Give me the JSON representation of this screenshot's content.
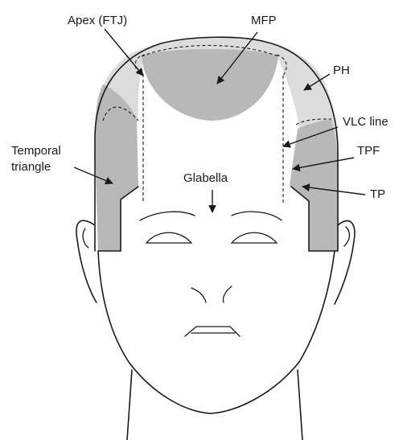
{
  "labels": {
    "apex": "Apex (FTJ)",
    "mfp": "MFP",
    "ph": "PH",
    "vlc": "VLC line",
    "temporal_line1": "Temporal",
    "temporal_line2": "triangle",
    "tpf": "TPF",
    "glabella": "Glabella",
    "tp": "TP"
  },
  "colors": {
    "dark_hair": "#b8b8b8",
    "light_hair": "#dcdcdc",
    "line": "#1a1a1a",
    "background": "#ffffff"
  }
}
